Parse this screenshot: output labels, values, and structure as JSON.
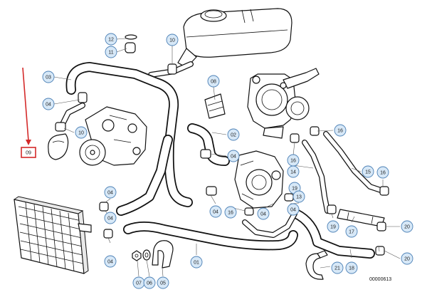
{
  "diagram": {
    "id": "00000613",
    "callouts": [
      {
        "num": "12",
        "highlight": false
      },
      {
        "num": "11",
        "highlight": false
      },
      {
        "num": "10",
        "highlight": false
      },
      {
        "num": "03",
        "highlight": false
      },
      {
        "num": "08",
        "highlight": false
      },
      {
        "num": "04",
        "highlight": false
      },
      {
        "num": "10",
        "highlight": false
      },
      {
        "num": "09",
        "highlight": true
      },
      {
        "num": "02",
        "highlight": false
      },
      {
        "num": "16",
        "highlight": false
      },
      {
        "num": "04",
        "highlight": false
      },
      {
        "num": "16",
        "highlight": false
      },
      {
        "num": "14",
        "highlight": false
      },
      {
        "num": "15",
        "highlight": false
      },
      {
        "num": "16",
        "highlight": false
      },
      {
        "num": "04",
        "highlight": false
      },
      {
        "num": "19",
        "highlight": false
      },
      {
        "num": "13",
        "highlight": false
      },
      {
        "num": "04",
        "highlight": false
      },
      {
        "num": "16",
        "highlight": false
      },
      {
        "num": "04",
        "highlight": false
      },
      {
        "num": "04",
        "highlight": false
      },
      {
        "num": "04",
        "highlight": false
      },
      {
        "num": "19",
        "highlight": false
      },
      {
        "num": "17",
        "highlight": false
      },
      {
        "num": "20",
        "highlight": false
      },
      {
        "num": "04",
        "highlight": false
      },
      {
        "num": "20",
        "highlight": false
      },
      {
        "num": "01",
        "highlight": false
      },
      {
        "num": "18",
        "highlight": false
      },
      {
        "num": "21",
        "highlight": false
      },
      {
        "num": "07",
        "highlight": false
      },
      {
        "num": "06",
        "highlight": false
      },
      {
        "num": "05",
        "highlight": false
      }
    ],
    "highlight_color": "#d42a2a",
    "line_color": "#111111",
    "callout_fill": "#d7e8f7",
    "callout_stroke": "#4a7fb5"
  }
}
